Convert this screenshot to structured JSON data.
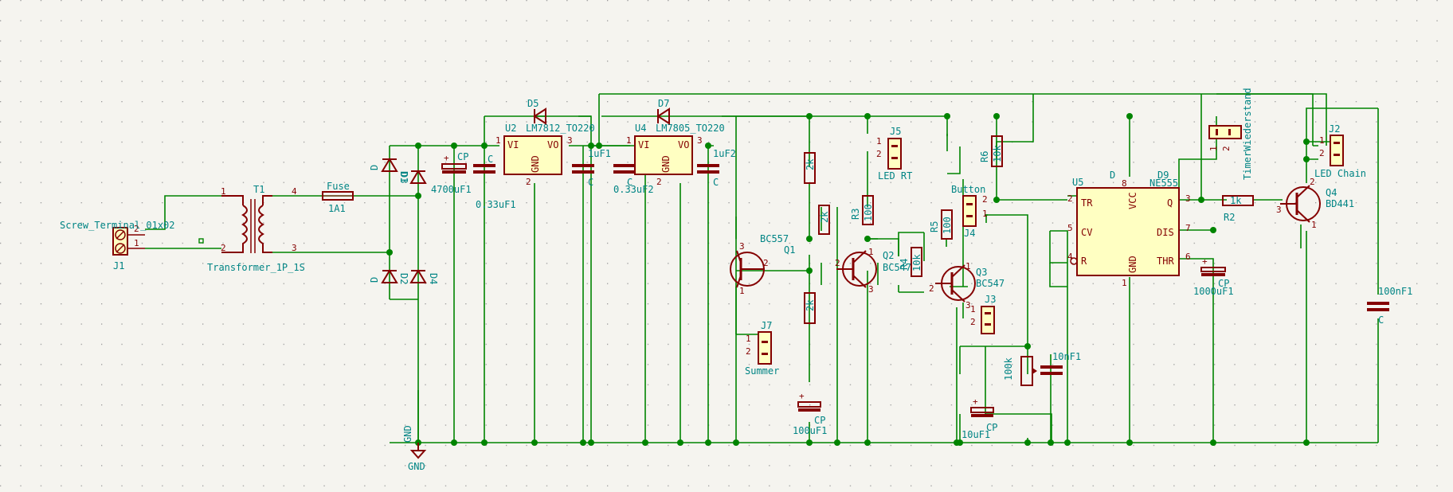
{
  "colors": {
    "background": "#f5f4ef",
    "grid": "#9a9a9a",
    "wire": "#008400",
    "component": "#840000",
    "component_fill": "#ffffc2",
    "text": "#008484"
  },
  "components": {
    "j1": {
      "ref": "J1",
      "value": "Screw_Terminal_01x02",
      "pins": [
        "2",
        "1"
      ]
    },
    "t1": {
      "ref": "T1",
      "value": "Transformer_1P_1S",
      "pins": [
        "1",
        "2",
        "4",
        "3"
      ]
    },
    "fuse": {
      "ref": "Fuse",
      "value": "1A1"
    },
    "d1": {
      "ref": "D1",
      "value": "D"
    },
    "d2": {
      "ref": "D2",
      "value": "D"
    },
    "d3": {
      "ref": "D3"
    },
    "d4": {
      "ref": "D4"
    },
    "cp_4700": {
      "ref": "CP",
      "value": "4700uF1"
    },
    "c_033_1": {
      "ref": "C",
      "value": "0.33uF1"
    },
    "u2": {
      "ref": "U2",
      "value": "LM7812_TO220",
      "pin_vi": "VI",
      "pin_vo": "VO",
      "pin_gnd": "GND",
      "pins": [
        "1",
        "3",
        "2"
      ]
    },
    "d5": {
      "ref": "D5"
    },
    "c_1uf1": {
      "ref": "C",
      "value": "1uF1"
    },
    "c_033_2": {
      "ref": "C",
      "value": "0.33uF2"
    },
    "u4": {
      "ref": "U4",
      "value": "LM7805_TO220",
      "pin_vi": "VI",
      "pin_vo": "VO",
      "pin_gnd": "GND",
      "pins": [
        "1",
        "3",
        "2"
      ]
    },
    "d7": {
      "ref": "D7"
    },
    "c_1uf2": {
      "ref": "C",
      "value": "1uF2"
    },
    "q1": {
      "ref": "Q1",
      "value": "BC557",
      "pins": [
        "3",
        "2",
        "1"
      ]
    },
    "r_2k_1": {
      "value": "2k"
    },
    "r_2k_2": {
      "value": "2k"
    },
    "r_2k_3": {
      "value": "2k"
    },
    "cp_100": {
      "ref": "CP",
      "value": "100uF1"
    },
    "j7": {
      "ref": "J7",
      "value": "Summer",
      "pins": [
        "1",
        "2"
      ]
    },
    "q2": {
      "ref": "Q2",
      "value": "BC547",
      "pins": [
        "1",
        "2",
        "3"
      ]
    },
    "j5": {
      "ref": "J5",
      "value": "LED RT",
      "pins": [
        "1",
        "2"
      ]
    },
    "r3": {
      "ref": "R3",
      "value": "100"
    },
    "r4": {
      "ref": "R4",
      "value": "10k"
    },
    "r5": {
      "ref": "R5",
      "value": "100"
    },
    "r6": {
      "ref": "R6",
      "value": "10k"
    },
    "q3": {
      "ref": "Q3",
      "value": "BC547",
      "pins": [
        "1",
        "2",
        "3"
      ]
    },
    "j4": {
      "ref": "J4",
      "value": "Button",
      "pins": [
        "2",
        "1"
      ]
    },
    "j3": {
      "ref": "J3",
      "pins": [
        "1",
        "2"
      ]
    },
    "cp_10": {
      "ref": "CP",
      "value": "10uF1"
    },
    "r_100k": {
      "value": "100k"
    },
    "c_10nf": {
      "value": "10nF1"
    },
    "u5": {
      "ref": "U5",
      "value": "NE555",
      "extra": "D",
      "extra2": "D9",
      "pin_tr": "TR",
      "pin_cv": "CV",
      "pin_r": "R",
      "pin_vcc": "VCC",
      "pin_gnd": "GND",
      "pin_q": "Q",
      "pin_dis": "DIS",
      "pin_thr": "THR",
      "pins": [
        "2",
        "5",
        "4",
        "8",
        "1",
        "3",
        "7",
        "6"
      ]
    },
    "cp_1000": {
      "ref": "CP",
      "value": "1000uF1"
    },
    "timer": {
      "ref": "TimerWiederstand",
      "pins": [
        "1",
        "2"
      ]
    },
    "r2": {
      "ref": "R2",
      "value": "1k"
    },
    "q4": {
      "ref": "Q4",
      "value": "BD441",
      "pins": [
        "2",
        "3",
        "1"
      ]
    },
    "j2": {
      "ref": "J2",
      "value": "LED Chain",
      "pins": [
        "1",
        "2"
      ]
    },
    "c_100nf": {
      "ref": "C",
      "value": "100nF1"
    },
    "gnd": {
      "ref": "GND",
      "value": "GND"
    }
  }
}
